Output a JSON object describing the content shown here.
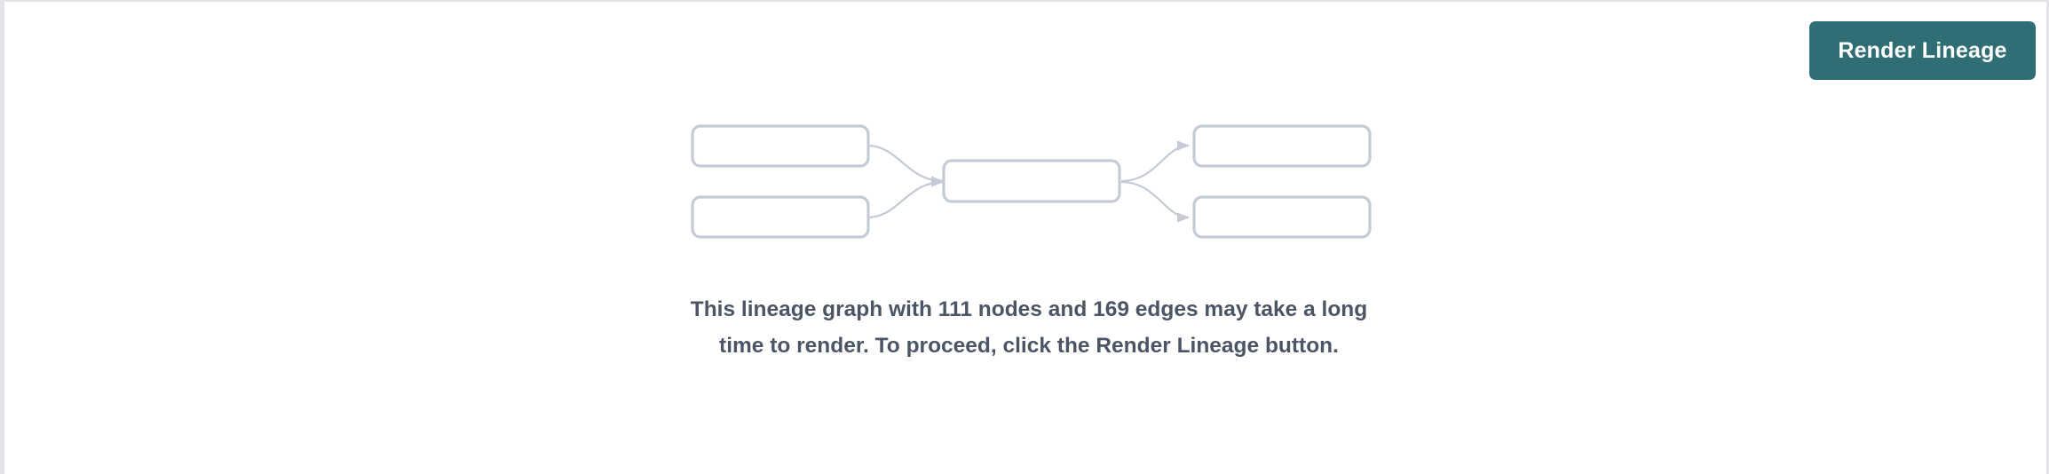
{
  "theme": {
    "accent_color": "#2f6e74",
    "message_color": "#4b5565",
    "node_border_color": "#c4cbd6",
    "edge_color": "#c4cbd6",
    "background_color": "#ffffff",
    "panel_border_color": "#e2e4e8"
  },
  "toolbar": {
    "render_lineage_label": "Render Lineage"
  },
  "empty_state": {
    "message": "This lineage graph with 111 nodes and 169 edges may take a long time to render. To proceed, click the Render Lineage button.",
    "node_count": 111,
    "edge_count": 169,
    "placeholder_graph": {
      "nodes": [
        {
          "id": "upstream-1",
          "label": "",
          "column": "left",
          "row": "top"
        },
        {
          "id": "upstream-2",
          "label": "",
          "column": "left",
          "row": "bottom"
        },
        {
          "id": "focus",
          "label": "",
          "column": "center",
          "row": "middle"
        },
        {
          "id": "downstream-1",
          "label": "",
          "column": "right",
          "row": "top"
        },
        {
          "id": "downstream-2",
          "label": "",
          "column": "right",
          "row": "bottom"
        }
      ],
      "edges": [
        {
          "from": "upstream-1",
          "to": "focus"
        },
        {
          "from": "upstream-2",
          "to": "focus"
        },
        {
          "from": "focus",
          "to": "downstream-1"
        },
        {
          "from": "focus",
          "to": "downstream-2"
        }
      ]
    }
  }
}
